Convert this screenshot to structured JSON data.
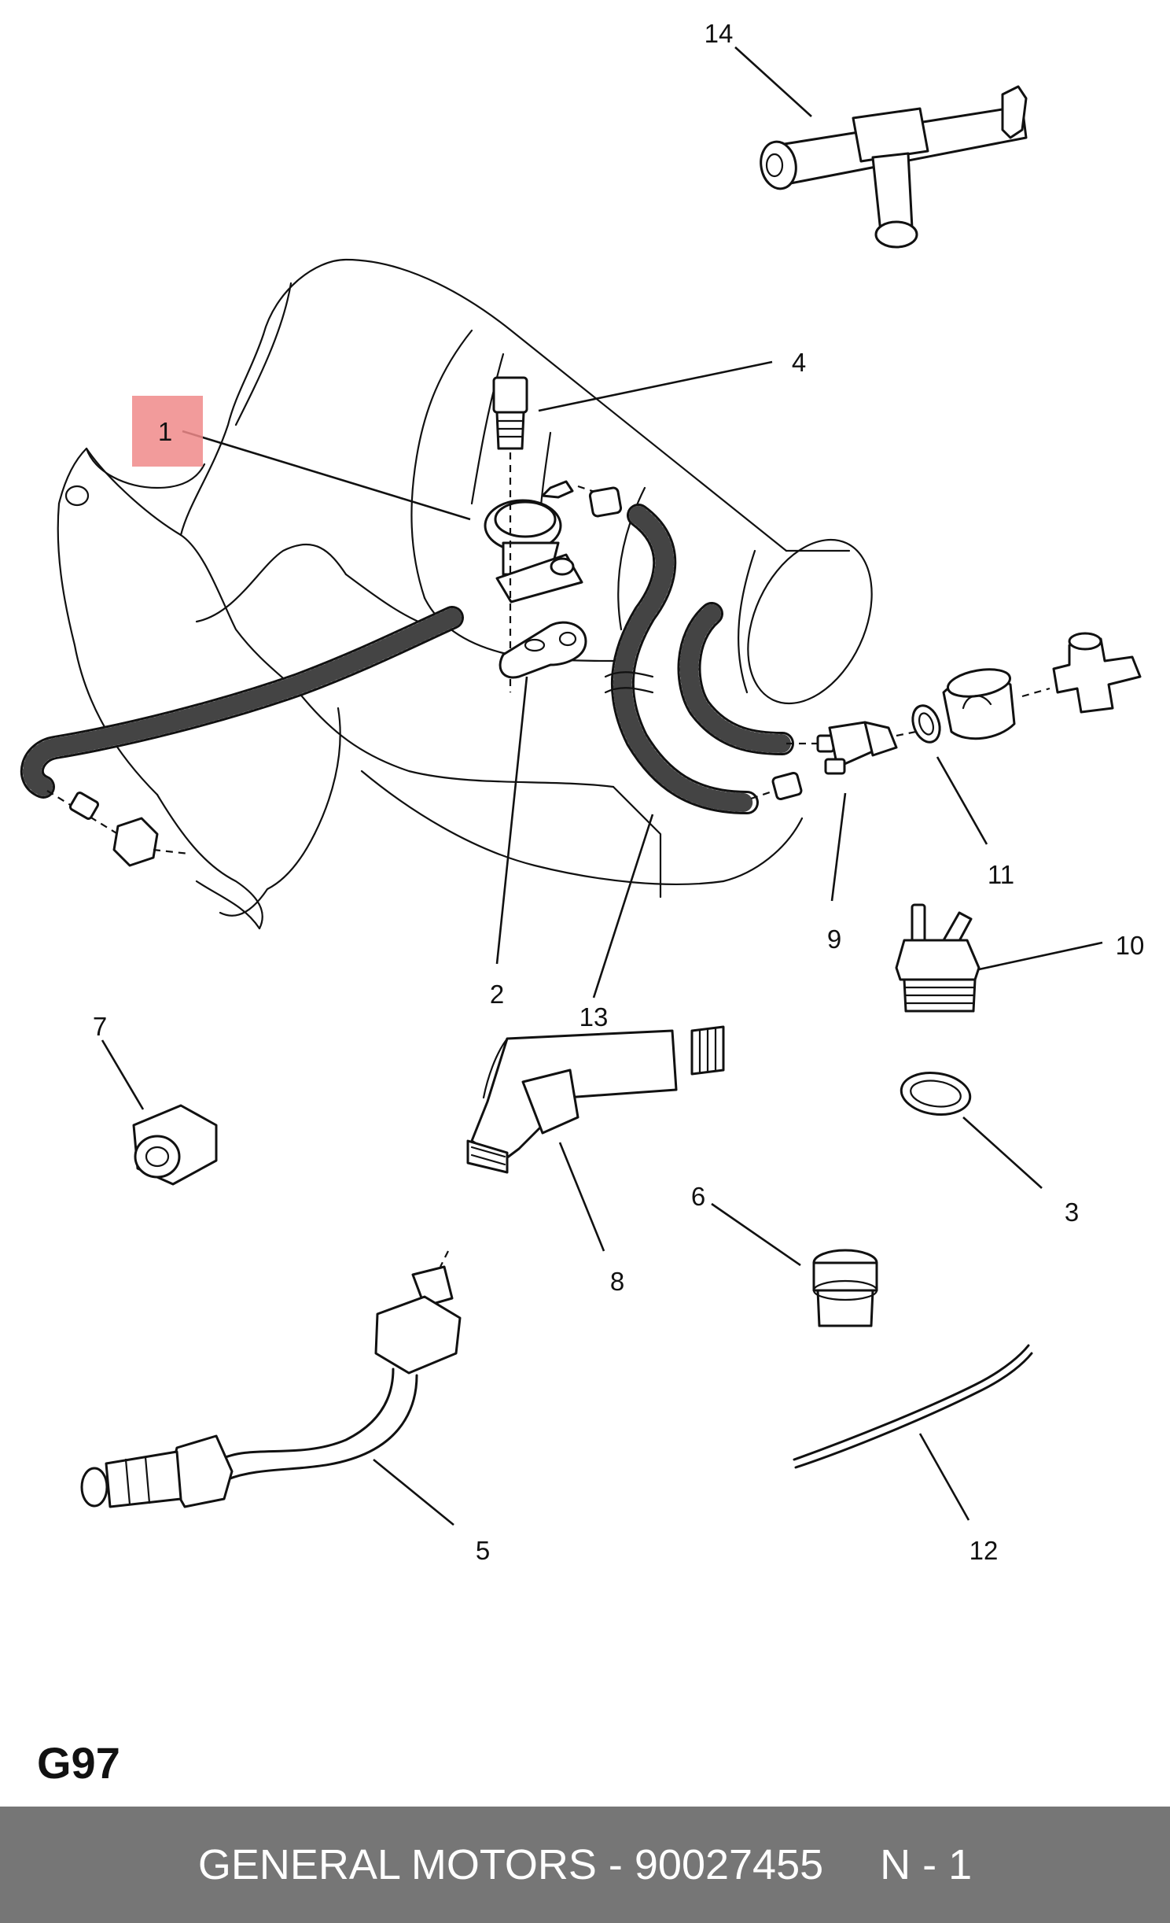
{
  "diagram": {
    "code": "G97",
    "callouts": [
      {
        "id": "1",
        "label": "1",
        "highlighted": true
      },
      {
        "id": "2",
        "label": "2"
      },
      {
        "id": "3",
        "label": "3"
      },
      {
        "id": "4",
        "label": "4"
      },
      {
        "id": "5",
        "label": "5"
      },
      {
        "id": "6",
        "label": "6"
      },
      {
        "id": "7",
        "label": "7"
      },
      {
        "id": "8",
        "label": "8"
      },
      {
        "id": "9",
        "label": "9"
      },
      {
        "id": "10",
        "label": "10"
      },
      {
        "id": "11",
        "label": "11"
      },
      {
        "id": "12",
        "label": "12"
      },
      {
        "id": "13",
        "label": "13"
      },
      {
        "id": "14",
        "label": "14"
      }
    ],
    "highlight_color": "#f08a8a"
  },
  "footer": {
    "brand_part": "GENERAL MOTORS - 90027455",
    "quantity": "N - 1",
    "background": "#767676"
  }
}
